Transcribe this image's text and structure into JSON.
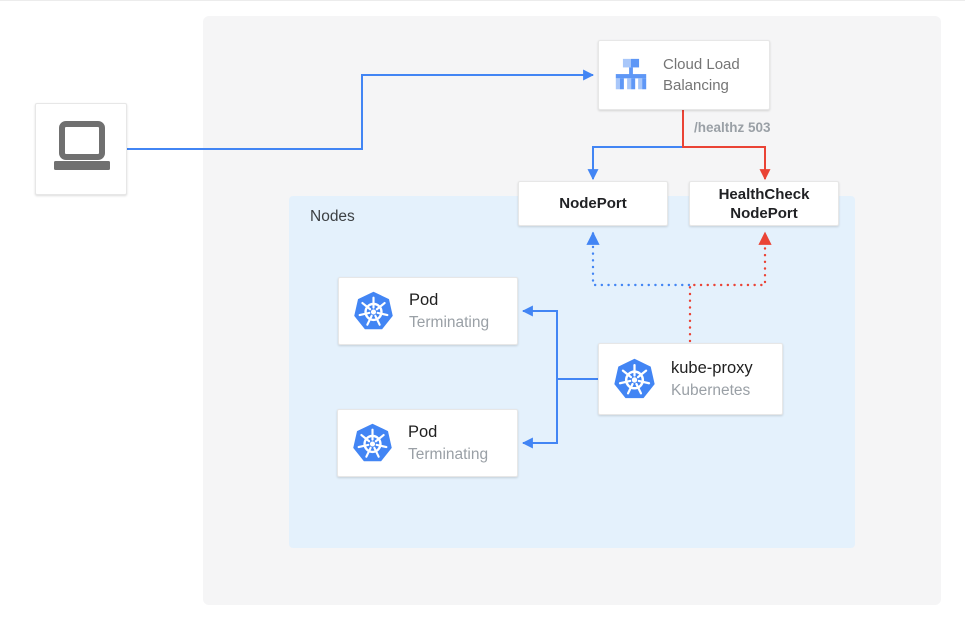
{
  "colors": {
    "traffic_blue": "#4285f4",
    "healthcheck_red": "#ea4335",
    "outer_panel_gray": "#f5f5f6",
    "nodes_panel_blue": "#e4f1fc",
    "kubernetes_icon_blue": "#4285f4",
    "load_balancer_icon_light_blue": "#a8c7fa",
    "load_balancer_icon_medium_blue": "#5e97f6",
    "laptop_icon_gray": "#707070"
  },
  "icons": {
    "client": "laptop-icon",
    "load_balancer": "cloud-load-balancing-icon",
    "pod": "kubernetes-icon",
    "kube_proxy": "kubernetes-icon"
  },
  "nodes_panel": {
    "label": "Nodes"
  },
  "load_balancer": {
    "label": "Cloud Load Balancing"
  },
  "health_check_path_label": "/healthz 503",
  "nodeport": {
    "label": "NodePort"
  },
  "healthcheck_nodeport": {
    "label": "HealthCheck NodePort"
  },
  "pods": [
    {
      "title": "Pod",
      "status": "Terminating"
    },
    {
      "title": "Pod",
      "status": "Terminating"
    }
  ],
  "kube_proxy": {
    "title": "kube-proxy",
    "subtitle": "Kubernetes"
  }
}
